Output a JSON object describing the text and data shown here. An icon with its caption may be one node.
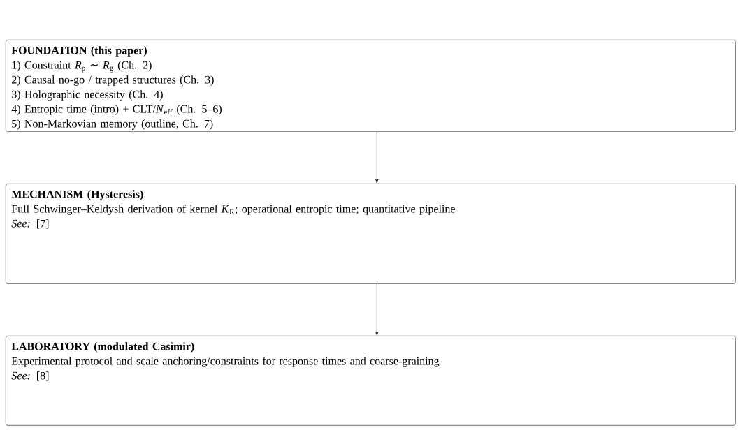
{
  "diagram": {
    "nodes": [
      {
        "text": [
          "FOUNDATION (this paper)",
          "1) Constraint *R*$_{p}$ ∼ *R*$_{g}$ (Ch. 2)",
          "2) Causal no-go / trapped structures (Ch. 3)",
          "3) Holographic necessity (Ch. 4)",
          "4) Entropic time (intro) + CLT/*N*$_{eff}$ (Ch. 5–6)",
          "5) Non-Markovian memory (outline, Ch. 7)"
        ]
      },
      {
        "text": [
          "MECHANISM (Hysteresis)",
          "Full Schwinger–Keldysh derivation of kernel *K*$_{R}$; operational entropic time; quantitative pipeline",
          "*See:* [7]"
        ]
      },
      {
        "text": [
          "LABORATORY (modulated Casimir)",
          "Experimental protocol and scale anchoring/constraints for response times and coarse-graining",
          "*See:* [8]"
        ]
      }
    ],
    "edges": [
      {
        "from": 0,
        "to": 1,
        "arrow": "to"
      },
      {
        "from": 1,
        "to": 2,
        "arrow": "to"
      }
    ]
  }
}
